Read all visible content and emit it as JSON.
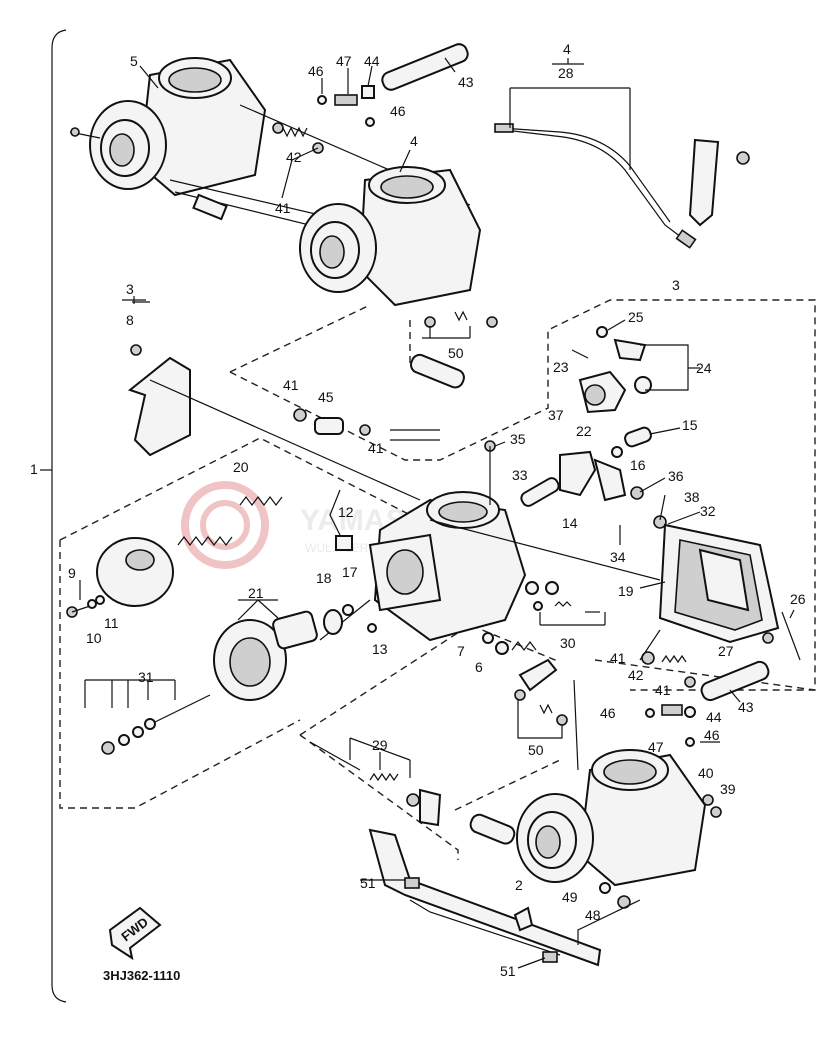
{
  "diagram": {
    "drawing_code": "3HJ362-1110",
    "direction_arrow_label": "FWD",
    "watermark": {
      "brand": "YAMASKLEP.P",
      "tagline": "WUL... LER YAMAHA",
      "circle_color": "#e8a8a8"
    },
    "bracket_main_label": "1",
    "callouts": [
      {
        "id": "c5",
        "text": "5"
      },
      {
        "id": "c46a",
        "text": "46"
      },
      {
        "id": "c47a",
        "text": "47"
      },
      {
        "id": "c44a",
        "text": "44"
      },
      {
        "id": "c43a",
        "text": "43"
      },
      {
        "id": "c4top",
        "text": "4"
      },
      {
        "id": "c28",
        "text": "28"
      },
      {
        "id": "c46b",
        "text": "46"
      },
      {
        "id": "c42a",
        "text": "42"
      },
      {
        "id": "c4b",
        "text": "4"
      },
      {
        "id": "c41a",
        "text": "41"
      },
      {
        "id": "c3a",
        "text": "3"
      },
      {
        "id": "c8",
        "text": "8"
      },
      {
        "id": "c50a",
        "text": "50"
      },
      {
        "id": "c3b",
        "text": "3"
      },
      {
        "id": "c25",
        "text": "25"
      },
      {
        "id": "c23",
        "text": "23"
      },
      {
        "id": "c24",
        "text": "24"
      },
      {
        "id": "c41b",
        "text": "41"
      },
      {
        "id": "c45",
        "text": "45"
      },
      {
        "id": "c22",
        "text": "22"
      },
      {
        "id": "c37",
        "text": "37"
      },
      {
        "id": "c15",
        "text": "15"
      },
      {
        "id": "c41c",
        "text": "41"
      },
      {
        "id": "c35",
        "text": "35"
      },
      {
        "id": "c16",
        "text": "16"
      },
      {
        "id": "c20",
        "text": "20"
      },
      {
        "id": "c33",
        "text": "33"
      },
      {
        "id": "c36",
        "text": "36"
      },
      {
        "id": "c38",
        "text": "38"
      },
      {
        "id": "c14",
        "text": "14"
      },
      {
        "id": "c32",
        "text": "32"
      },
      {
        "id": "c12",
        "text": "12"
      },
      {
        "id": "c34",
        "text": "34"
      },
      {
        "id": "c19",
        "text": "19"
      },
      {
        "id": "c9",
        "text": "9"
      },
      {
        "id": "c18",
        "text": "18"
      },
      {
        "id": "c17",
        "text": "17"
      },
      {
        "id": "c21",
        "text": "21"
      },
      {
        "id": "c10",
        "text": "10"
      },
      {
        "id": "c11",
        "text": "11"
      },
      {
        "id": "c26",
        "text": "26"
      },
      {
        "id": "c13",
        "text": "13"
      },
      {
        "id": "c30",
        "text": "30"
      },
      {
        "id": "c7",
        "text": "7"
      },
      {
        "id": "c6",
        "text": "6"
      },
      {
        "id": "c27",
        "text": "27"
      },
      {
        "id": "c41d",
        "text": "41"
      },
      {
        "id": "c42b",
        "text": "42"
      },
      {
        "id": "c31",
        "text": "31"
      },
      {
        "id": "c41e",
        "text": "41"
      },
      {
        "id": "c43b",
        "text": "43"
      },
      {
        "id": "c46c",
        "text": "46"
      },
      {
        "id": "c44b",
        "text": "44"
      },
      {
        "id": "c47b",
        "text": "47"
      },
      {
        "id": "c46d",
        "text": "46"
      },
      {
        "id": "c50b",
        "text": "50"
      },
      {
        "id": "c29",
        "text": "29"
      },
      {
        "id": "c40",
        "text": "40"
      },
      {
        "id": "c39",
        "text": "39"
      },
      {
        "id": "c51a",
        "text": "51"
      },
      {
        "id": "c2",
        "text": "2"
      },
      {
        "id": "c49",
        "text": "49"
      },
      {
        "id": "c48",
        "text": "48"
      },
      {
        "id": "c51b",
        "text": "51"
      }
    ]
  }
}
